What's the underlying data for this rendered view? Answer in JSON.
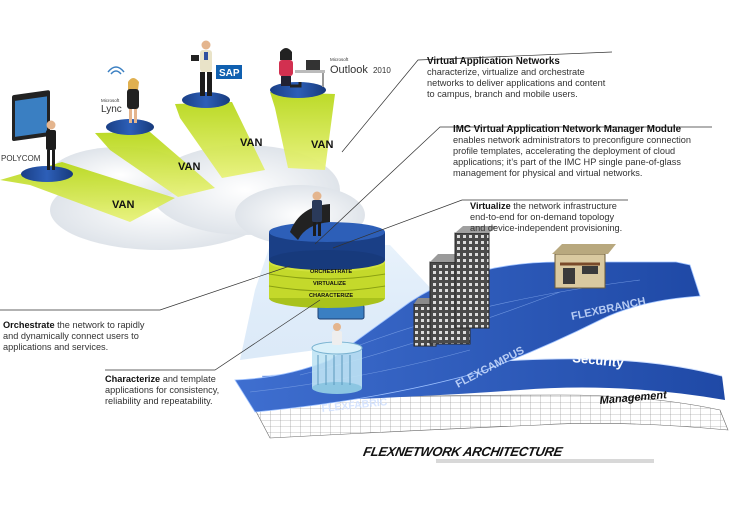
{
  "brands": {
    "polycom": "POLYCOM",
    "lync_small": "Microsoft",
    "lync": "Lync",
    "sap": "SAP",
    "outlook_small": "Microsoft",
    "outlook": "Outlook",
    "outlook_year": "2010"
  },
  "van_label": "VAN",
  "stack_labels": {
    "orchestrate": "ORCHESTRATE",
    "virtualize": "VIRTUALIZE",
    "characterize": "CHARACTERIZE"
  },
  "callouts": {
    "van": {
      "title": "Virtual Application Networks",
      "lines": [
        "characterize, virtualize and orchestrate",
        "networks to deliver applications and content",
        "to campus, branch and mobile users."
      ]
    },
    "imc": {
      "title": "IMC Virtual Application Network Manager Module",
      "lines": [
        "enables network administrators to preconfigure connection",
        "profile templates, accelerating the deployment of cloud",
        "applications; it’s part of the IMC HP single pane-of-glass",
        "management for physical and virtual networks."
      ]
    },
    "virtualize": {
      "keyword": "Virtualize",
      "first": " the network infrastructure",
      "lines": [
        "end-to-end for on-demand topology",
        "and device-independent provisioning."
      ]
    },
    "orchestrate": {
      "keyword": "Orchestrate",
      "first": " the network to rapidly",
      "lines": [
        "and dynamically connect users to",
        "applications and services."
      ]
    },
    "characterize": {
      "keyword": "Characterize",
      "first": " and template",
      "lines": [
        "applications for consistency,",
        "reliability and repeatability."
      ]
    }
  },
  "layers": {
    "flexbranch": "FLEXBRANCH",
    "flexcampus": "FLEXCAMPUS",
    "flexfabric": "FLEXFABRIC",
    "security": "Security",
    "management": "Management"
  },
  "footer_title": "FLEXNETWORK ARCHITECTURE",
  "colors": {
    "beam": "#c6df2a",
    "disc": "#1d4a95",
    "platform": "#2d58b8",
    "stack_green": "#c4d92b"
  }
}
